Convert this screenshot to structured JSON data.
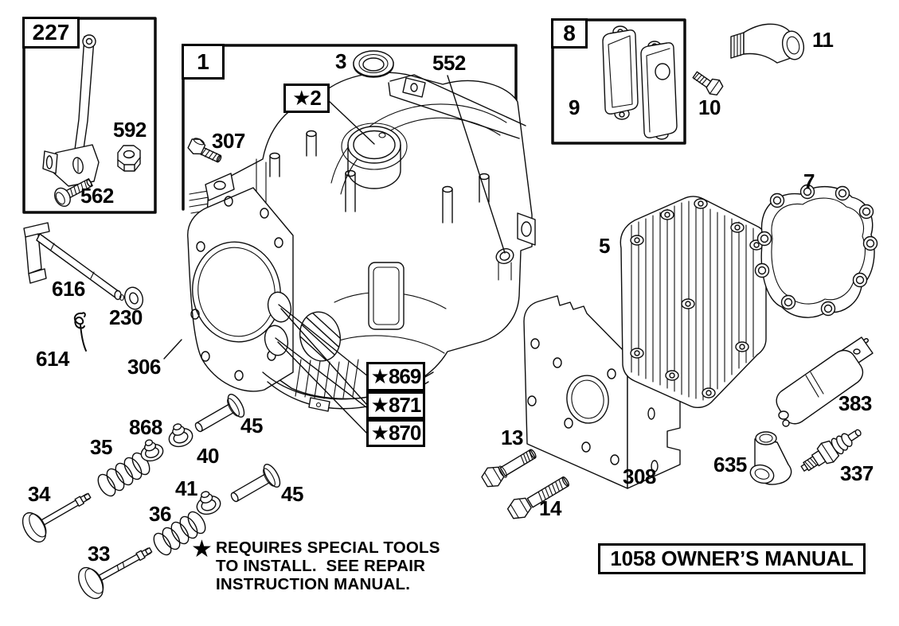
{
  "colors": {
    "ink": "#000000",
    "paper": "#ffffff"
  },
  "groups": {
    "g227": {
      "label": "227"
    },
    "g1": {
      "label": "1"
    },
    "g8": {
      "label": "8"
    }
  },
  "boxed_callouts": {
    "part2": "★2",
    "part869": "★869",
    "part871": "★871",
    "part870": "★870"
  },
  "callouts": {
    "c592": "592",
    "c562": "562",
    "c3": "3",
    "c552": "552",
    "c307": "307",
    "c616": "616",
    "c230": "230",
    "c614": "614",
    "c306": "306",
    "c868": "868",
    "c35": "35",
    "c34": "34",
    "c40": "40",
    "c45a": "45",
    "c41": "41",
    "c45b": "45",
    "c36": "36",
    "c33": "33",
    "c13": "13",
    "c14": "14",
    "c308": "308",
    "c9": "9",
    "c10": "10",
    "c11": "11",
    "c5": "5",
    "c7": "7",
    "c383": "383",
    "c635": "635",
    "c337": "337"
  },
  "note": {
    "star": "★",
    "lines": [
      "REQUIRES SPECIAL TOOLS",
      "TO INSTALL.  SEE REPAIR",
      "INSTRUCTION MANUAL."
    ]
  },
  "manual_box": {
    "text": "1058 OWNER’S MANUAL"
  }
}
